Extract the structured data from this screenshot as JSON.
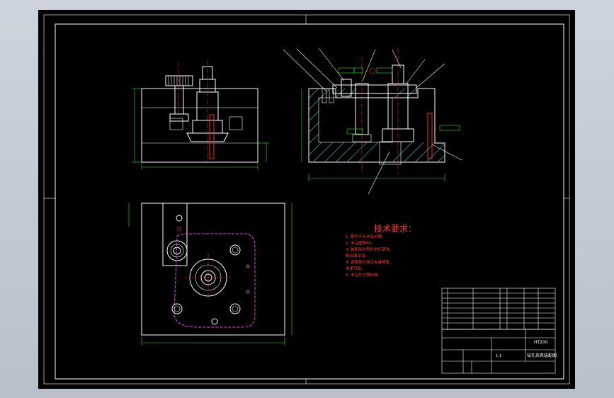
{
  "drawing": {
    "tech_title": "技术要求：",
    "notes": [
      "1. 铸件不允许有砂眼。",
      "2. 未注圆角R5。",
      "3. 装配前对零件进行清洗，",
      "   配合面涂油。",
      "4. 调整垫片保证夹具精度，",
      "   夹紧可靠。",
      "5. 未注尺寸按标准。"
    ],
    "title_block": {
      "material": "HT200",
      "name": "钻孔夹具装配图",
      "scale": "1:1"
    }
  },
  "colors": {
    "outline": "#ffffff",
    "center": "#ff2a2a",
    "dimension": "#2ee82e",
    "hidden": "#ff39ff",
    "hatch": "#20c8c8"
  }
}
